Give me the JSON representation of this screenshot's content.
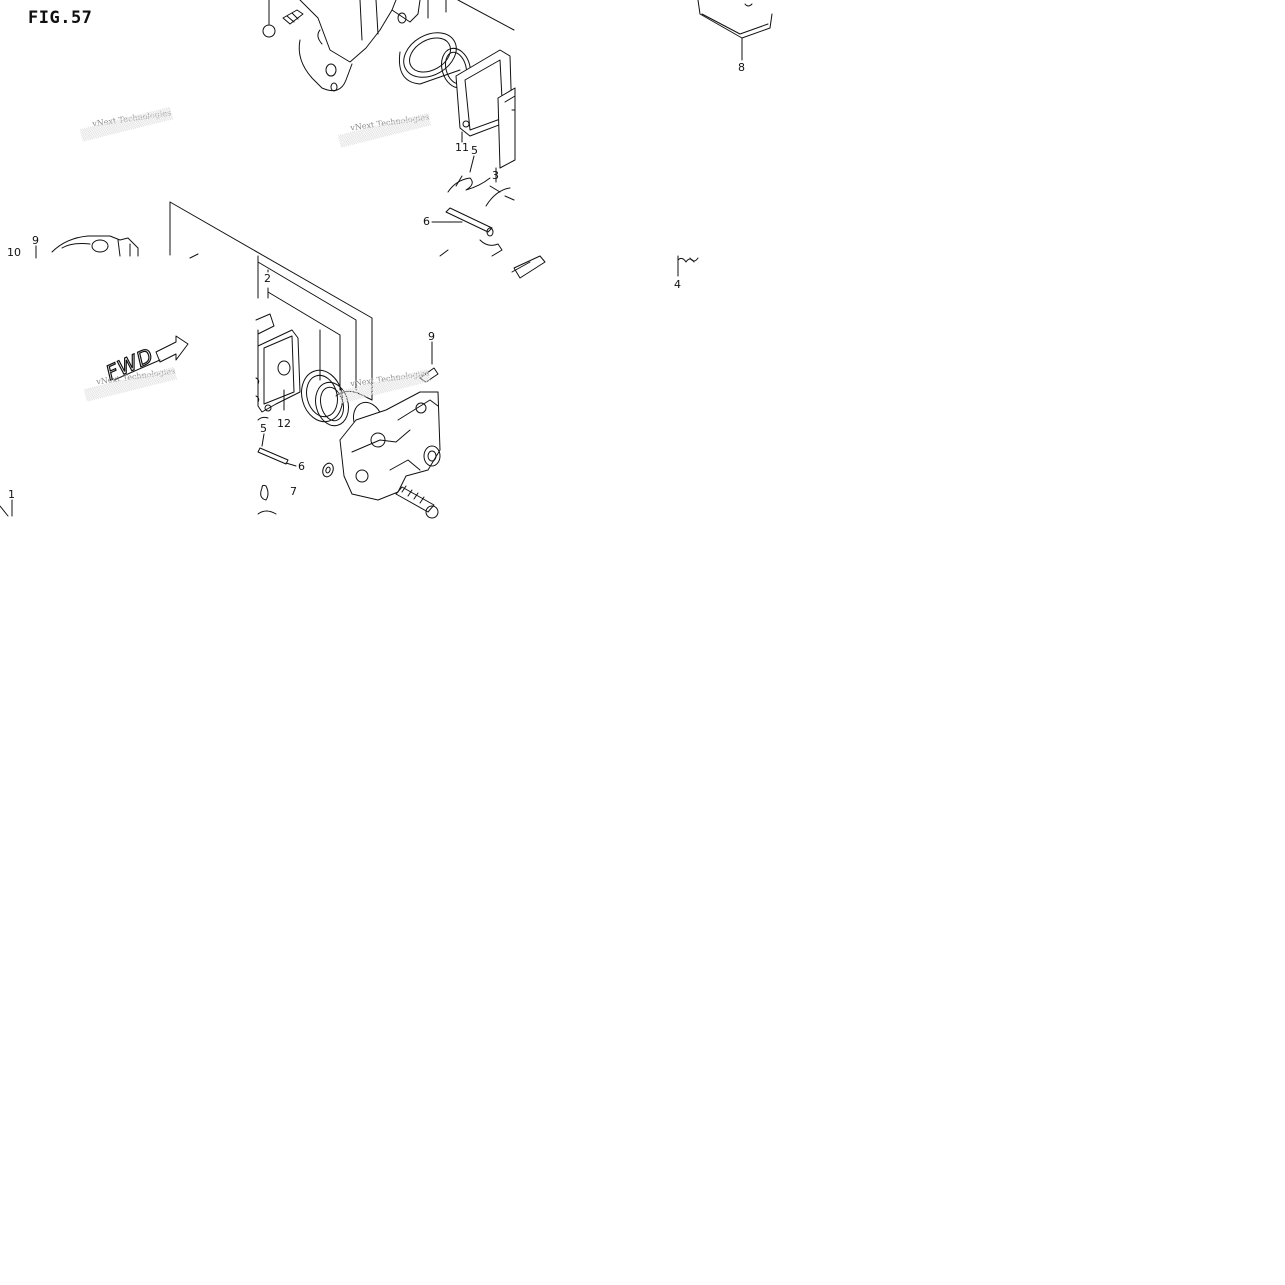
{
  "figure": {
    "title": "FIG.57"
  },
  "callouts": {
    "c8": "8",
    "c11": "11",
    "c5_top": "5",
    "c3": "3",
    "c6_top": "6",
    "c10": "10",
    "c9_left": "9",
    "c2": "2",
    "c4": "4",
    "c9_mid": "9",
    "c12": "12",
    "c5_bot": "5",
    "c6_bot": "6",
    "c7": "7",
    "c1": "1"
  },
  "watermarks": {
    "wm1": "vNext Technologies",
    "wm2": "vNext Technologies",
    "wm3": "vNext Technologies",
    "wm4": "vNext Technologies"
  },
  "direction_mark": {
    "label": "FWD"
  }
}
